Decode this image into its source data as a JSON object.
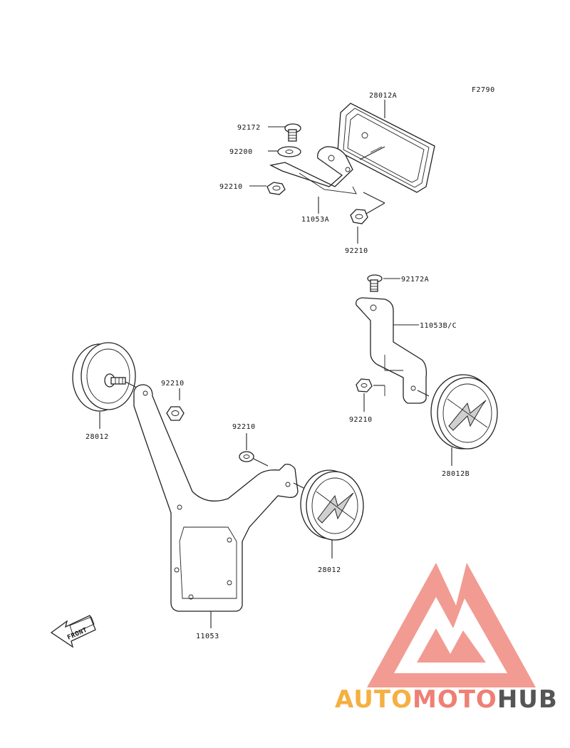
{
  "figure_code": "F2790",
  "front_label": "FRONT",
  "labels": {
    "p28012A": "28012A",
    "p92172_top": "92172",
    "p92200": "92200",
    "p92210_a": "92210",
    "p11053A": "11053A",
    "p92210_b": "92210",
    "p92172A": "92172A",
    "p11053BC": "11053B/C",
    "p92210_c": "92210",
    "p28012B": "28012B",
    "p28012_left": "28012",
    "p92210_d": "92210",
    "p92210_e": "92210",
    "p28012_mid": "28012",
    "p11053": "11053"
  },
  "watermark": {
    "part1": "AUTO",
    "part2": "MOTO",
    "part3": "HUB",
    "color1": "#f5b041",
    "color2": "#ef7f74",
    "color3": "#555555",
    "logo_color": "#f08a80"
  }
}
